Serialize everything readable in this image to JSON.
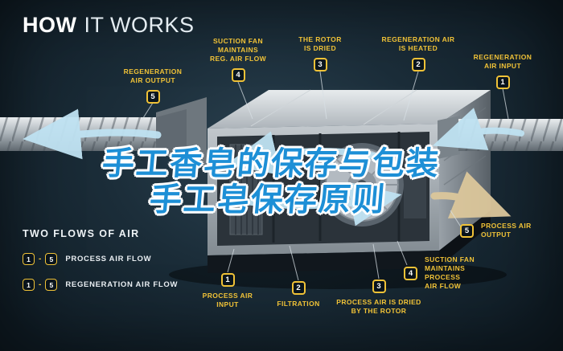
{
  "title": {
    "primary": "HOW",
    "secondary": "IT WORKS"
  },
  "overlay_text": {
    "line1": "手工香皂的保存与包装",
    "line2": "手工皂保存原则"
  },
  "regeneration_callouts": [
    {
      "num": "1",
      "label": "REGENERATION\nAIR INPUT"
    },
    {
      "num": "2",
      "label": "REGENERATION AIR\nIS HEATED"
    },
    {
      "num": "3",
      "label": "THE ROTOR\nIS DRIED"
    },
    {
      "num": "4",
      "label": "SUCTION FAN\nMAINTAINS\nREG. AIR FLOW"
    },
    {
      "num": "5",
      "label": "REGENERATION\nAIR OUTPUT"
    }
  ],
  "process_callouts": [
    {
      "num": "1",
      "label": "PROCESS AIR\nINPUT"
    },
    {
      "num": "2",
      "label": "FILTRATION"
    },
    {
      "num": "3",
      "label": "PROCESS AIR IS DRIED\nBY THE ROTOR"
    },
    {
      "num": "4",
      "label": "SUCTION FAN\nMAINTAINS PROCESS\nAIR FLOW"
    },
    {
      "num": "5",
      "label": "PROCESS AIR\nOUTPUT"
    }
  ],
  "legend": {
    "heading": "TWO FLOWS OF AIR",
    "dash": "-",
    "rows": [
      {
        "start": "1",
        "end": "5",
        "label": "PROCESS AIR FLOW"
      },
      {
        "start": "1",
        "end": "5",
        "label": "REGENERATION AIR FLOW"
      }
    ]
  },
  "colors": {
    "background": "#1b2d39",
    "accent_yellow": "#f0c237",
    "overlay_blue": "#1d8fd6",
    "arrow_blue": "#bfe2f2",
    "arrow_tan": "#dcc79b"
  }
}
